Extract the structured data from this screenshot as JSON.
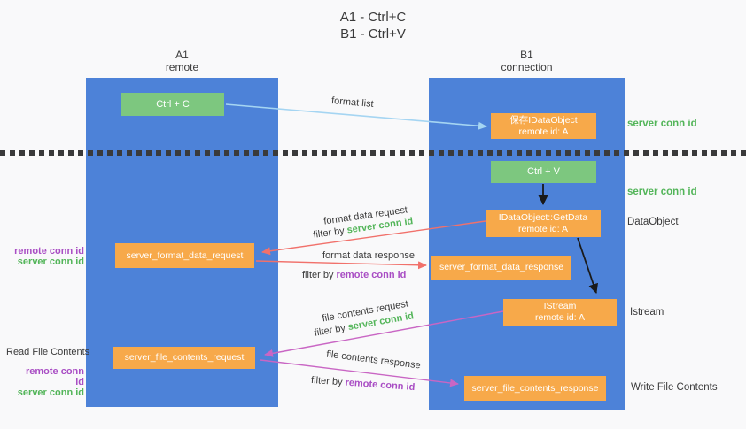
{
  "title": {
    "line1": "A1 - Ctrl+C",
    "line2": "B1 - Ctrl+V"
  },
  "lanes": {
    "left": {
      "name": "A1",
      "role": "remote"
    },
    "right": {
      "name": "B1",
      "role": "connection"
    }
  },
  "nodes": {
    "ctrl_c": {
      "label": "Ctrl + C"
    },
    "ctrl_v": {
      "label": "Ctrl + V"
    },
    "save_dataobject": {
      "line1": "保存IDataObject",
      "line2": "remote id: A"
    },
    "getdata": {
      "line1": "IDataObject::GetData",
      "line2": "remote id: A"
    },
    "istream": {
      "line1": "IStream",
      "line2": "remote id: A"
    },
    "format_request": {
      "label": "server_format_data_request"
    },
    "format_response": {
      "label": "server_format_data_response"
    },
    "file_request": {
      "label": "server_file_contents_request"
    },
    "file_response": {
      "label": "server_file_contents_response"
    }
  },
  "arrow_labels": {
    "format_list": "format list",
    "format_data_request": "format data request",
    "format_data_response": "format data response",
    "file_contents_request": "file contents request",
    "file_contents_response": "file contents response",
    "filter_by": "filter by",
    "server_conn_id": "server conn id",
    "remote_conn_id": "remote conn id"
  },
  "side_labels": {
    "server_conn_id_top": "server conn id",
    "server_conn_id_mid": "server conn id",
    "dataobject": "DataObject",
    "istream": "Istream",
    "write_file_contents": "Write File Contents",
    "read_file_contents": "Read File Contents",
    "remote_conn_id": "remote conn id",
    "server_conn_id": "server conn id"
  },
  "colors": {
    "lane_blue": "#4d82d8",
    "action_green": "#7dc77f",
    "message_orange": "#f7a94a",
    "arrow_blue": "#a5d5f2",
    "arrow_red": "#f1716b",
    "arrow_magenta": "#c966c4",
    "arrow_black": "#1a1a1a",
    "text_green": "#53b559",
    "text_purple": "#a94ec4",
    "text_dark": "#3a3a3a",
    "background": "#f9f9fa"
  }
}
